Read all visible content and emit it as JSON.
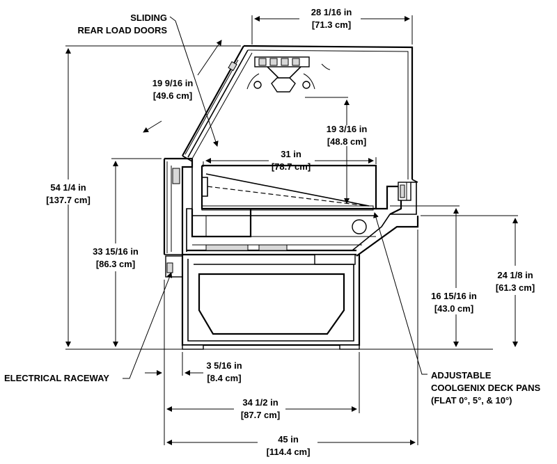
{
  "callouts": {
    "sliding_doors": [
      "SLIDING",
      "REAR LOAD DOORS"
    ],
    "electrical_raceway": "ELECTRICAL RACEWAY",
    "deck_pans": [
      "ADJUSTABLE",
      "COOLGENIX DECK PANS",
      "(FLAT 0°, 5°, & 10°)"
    ]
  },
  "dimensions": {
    "top_width": [
      "28 1/16 in",
      "[71.3 cm]"
    ],
    "glass_length": [
      "19 9/16 in",
      "[49.6 cm]"
    ],
    "display_height": [
      "19 3/16 in",
      "[48.8 cm]"
    ],
    "deck_depth": [
      "31 in",
      "[78.7 cm]"
    ],
    "overall_height": [
      "54 1/4 in",
      "[137.7 cm]"
    ],
    "rear_height": [
      "33 15/16 in",
      "[86.3 cm]"
    ],
    "front_height": [
      "24 1/8 in",
      "[61.3 cm]"
    ],
    "deck_height": [
      "16 15/16 in",
      "[43.0 cm]"
    ],
    "rear_offset": [
      "3 5/16 in",
      "[8.4 cm]"
    ],
    "base_width": [
      "34 1/2 in",
      "[87.7 cm]"
    ],
    "overall_width": [
      "45 in",
      "[114.4 cm]"
    ]
  }
}
